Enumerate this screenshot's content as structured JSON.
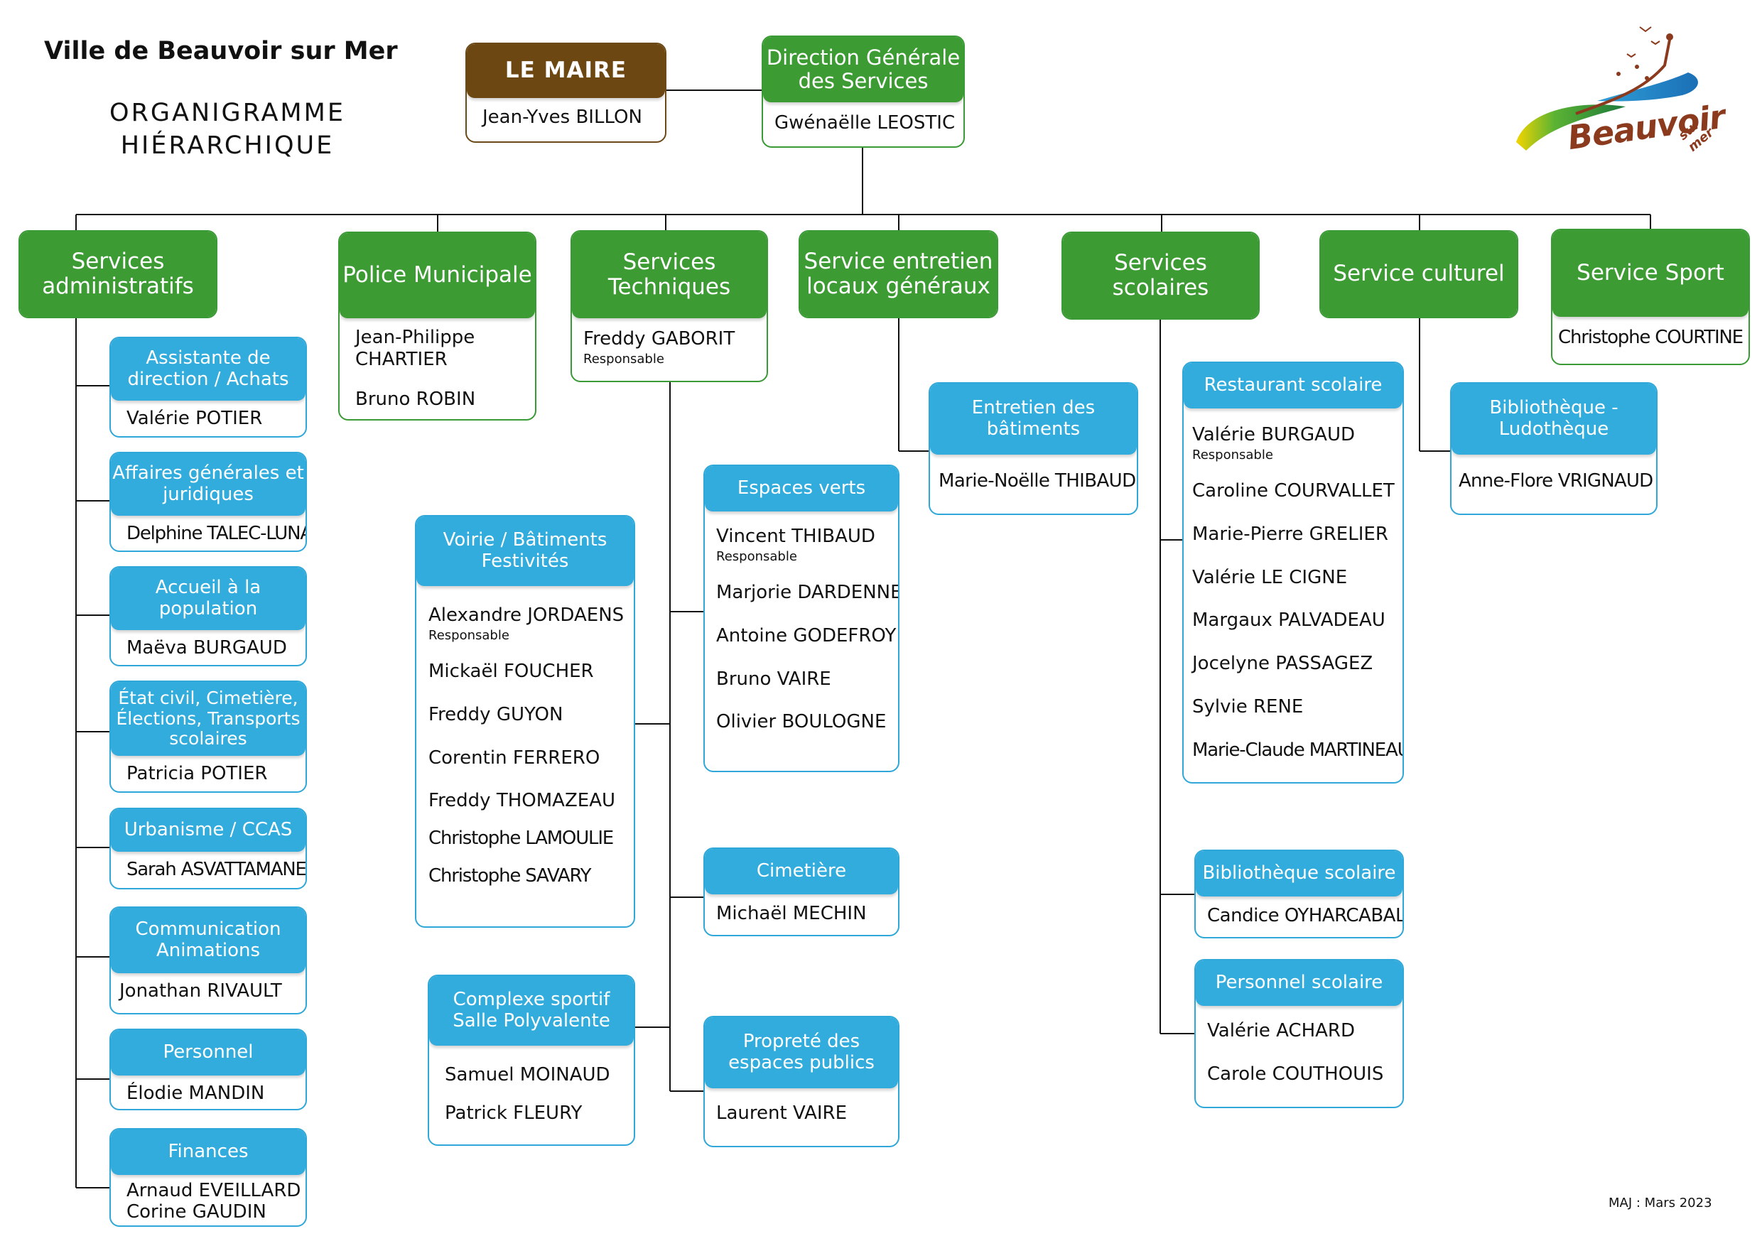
{
  "header": {
    "city": "Ville de Beauvoir sur Mer",
    "subtitle_line1": "ORGANIGRAMME",
    "subtitle_line2": "HIÉRARCHIQUE"
  },
  "logo": {
    "word": "Beauvoir",
    "sub": "sur mer"
  },
  "footer": {
    "maj": "MAJ : Mars 2023"
  },
  "colors": {
    "green": "#3c9b32",
    "blue": "#31acdc",
    "brown": "#6d4711",
    "line": "#111111"
  },
  "mayor": {
    "title": "LE MAIRE",
    "name": "Jean-Yves BILLON"
  },
  "dgs": {
    "title": "Direction Générale des Services",
    "name": "Gwénaëlle LEOSTIC"
  },
  "services": {
    "admin": {
      "title": "Services administratifs"
    },
    "police": {
      "title": "Police Municipale",
      "names": [
        "Jean-Philippe CHARTIER",
        "Bruno ROBIN"
      ]
    },
    "tech": {
      "title": "Services Techniques",
      "name": "Freddy GABORIT",
      "role": "Responsable"
    },
    "entretien": {
      "title": "Service entretien locaux généraux"
    },
    "scolaires": {
      "title": "Services scolaires"
    },
    "culturel": {
      "title": "Service culturel"
    },
    "sport": {
      "title": "Service Sport",
      "name": "Christophe COURTINE"
    }
  },
  "admin_units": [
    {
      "title": "Assistante de direction / Achats",
      "names": [
        "Valérie POTIER"
      ]
    },
    {
      "title": "Affaires générales et juridiques",
      "names": [
        "Delphine TALEC-LUNA"
      ]
    },
    {
      "title": "Accueil à la population",
      "names": [
        "Maëva BURGAUD"
      ]
    },
    {
      "title": "État civil, Cimetière, Élections, Transports scolaires",
      "names": [
        "Patricia POTIER"
      ]
    },
    {
      "title": "Urbanisme / CCAS",
      "names": [
        "Sarah ASVATTAMANE"
      ]
    },
    {
      "title": "Communication Animations",
      "names": [
        "Jonathan RIVAULT"
      ]
    },
    {
      "title": "Personnel",
      "names": [
        "Élodie MANDIN"
      ]
    },
    {
      "title": "Finances",
      "names": [
        "Arnaud EVEILLARD",
        "Corine GAUDIN"
      ]
    }
  ],
  "tech_units": {
    "voirie": {
      "title": "Voirie / Bâtiments Festivités",
      "lead": "Alexandre JORDAENS",
      "role": "Responsable",
      "names": [
        "Mickaël FOUCHER",
        "Freddy GUYON",
        "Corentin FERRERO",
        "Freddy THOMAZEAU",
        "Christophe LAMOULIE",
        "Christophe SAVARY"
      ]
    },
    "complexe": {
      "title": "Complexe sportif Salle Polyvalente",
      "names": [
        "Samuel MOINAUD",
        "Patrick FLEURY"
      ]
    },
    "espaces": {
      "title": "Espaces verts",
      "lead": "Vincent THIBAUD",
      "role": "Responsable",
      "names": [
        "Marjorie DARDENNE",
        "Antoine GODEFROY",
        "Bruno VAIRE",
        "Olivier BOULOGNE"
      ]
    },
    "cimetiere": {
      "title": "Cimetière",
      "names": [
        "Michaël MECHIN"
      ]
    },
    "proprete": {
      "title": "Propreté des espaces publics",
      "names": [
        "Laurent VAIRE"
      ]
    }
  },
  "entretien_unit": {
    "title": "Entretien des bâtiments",
    "names": [
      "Marie-Noëlle THIBAUD"
    ]
  },
  "scolaire_units": {
    "restaurant": {
      "title": "Restaurant scolaire",
      "lead": "Valérie BURGAUD",
      "role": "Responsable",
      "names": [
        "Caroline COURVALLET",
        "Marie-Pierre GRELIER",
        "Valérie LE CIGNE",
        "Margaux PALVADEAU",
        "Jocelyne PASSAGEZ",
        "Sylvie RENE",
        "Marie-Claude MARTINEAU"
      ]
    },
    "biblio": {
      "title": "Bibliothèque scolaire",
      "names": [
        "Candice OYHARCABAL"
      ]
    },
    "personnel": {
      "title": "Personnel scolaire",
      "names": [
        "Valérie ACHARD",
        "Carole COUTHOUIS"
      ]
    }
  },
  "culturel_unit": {
    "title": "Bibliothèque - Ludothèque",
    "names": [
      "Anne-Flore VRIGNAUD"
    ]
  }
}
